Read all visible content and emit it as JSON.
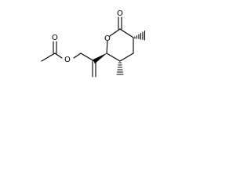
{
  "molecule": {
    "atom_labels": {
      "ring_oxygen": "O",
      "carbonyl_oxygen": "O",
      "ester_oxygen": "O",
      "acetyl_carbonyl_oxygen": "O"
    },
    "colors": {
      "bond": "#000000",
      "label": "#000000",
      "background": "#ffffff"
    }
  }
}
